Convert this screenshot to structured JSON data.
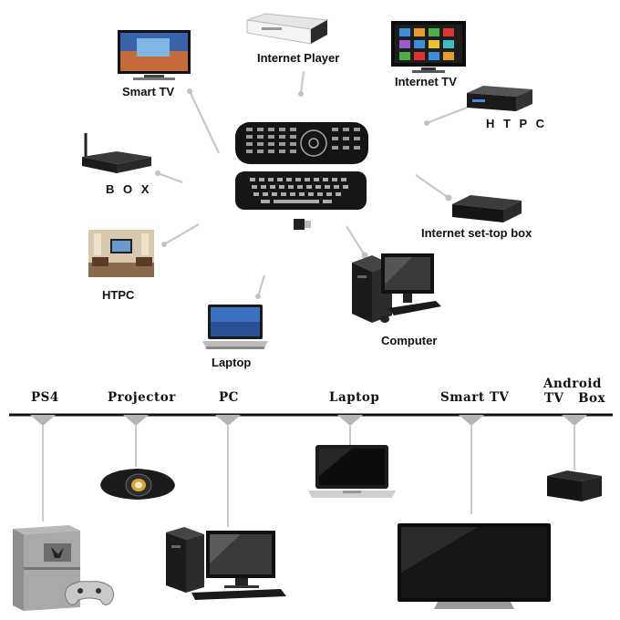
{
  "top_devices": {
    "internet_player": "Internet Player",
    "smart_tv": "Smart TV",
    "internet_tv": "Internet TV",
    "htpc_right": "H T P C",
    "box": "B O X",
    "internet_settop": "Internet set-top box",
    "htpc_left": "HTPC",
    "laptop": "Laptop",
    "computer": "Computer"
  },
  "bottom_devices": {
    "ps4": "PS4",
    "projector": "Projector",
    "pc": "PC",
    "laptop": "Laptop",
    "smart_tv": "Smart TV",
    "android_line1": "Android",
    "android_line2": "TV   Box"
  },
  "colors": {
    "connector": "#c8c8c8",
    "device_dark": "#1a1a1a",
    "screen_blue": "#2a5db0"
  },
  "icons": {
    "remote": "air-mouse-remote-icon",
    "keyboard": "remote-keyboard-icon",
    "dongle": "usb-receiver-icon"
  }
}
